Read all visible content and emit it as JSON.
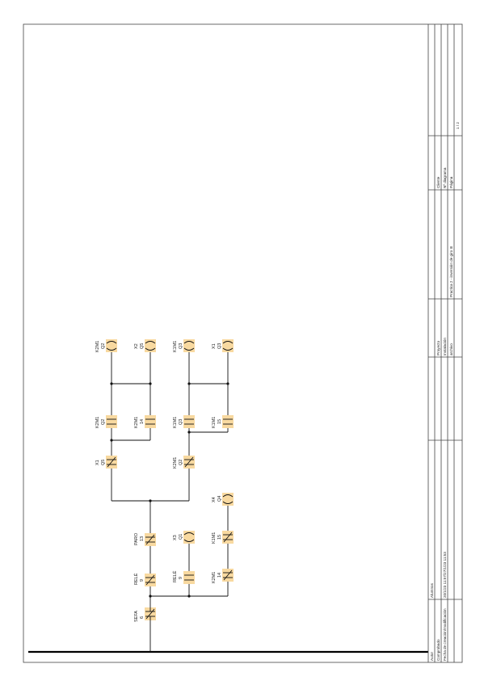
{
  "labels": {
    "sefa": {
      "name": "SEFA",
      "pin": "6"
    },
    "rele1": {
      "name": "RELÉ",
      "pin": "9"
    },
    "paro": {
      "name": "PARO",
      "pin": "13"
    },
    "rele2": {
      "name": "RELÉ",
      "pin": "9"
    },
    "x3": {
      "name": "X3",
      "pin": "Q1"
    },
    "k2m1_b": {
      "name": "K2M1",
      "pin": "14"
    },
    "k1m1_b": {
      "name": "K1M1",
      "pin": "15"
    },
    "x4": {
      "name": "X4",
      "pin": "Q4"
    },
    "x1_nc": {
      "name": "X1",
      "pin": "Q5"
    },
    "k2m1_c1": {
      "name": "K2M1",
      "pin": "Q2"
    },
    "k2m1_c2": {
      "name": "K2M1",
      "pin": "14"
    },
    "k2m1_coil": {
      "name": "K2M1",
      "pin": "Q2"
    },
    "x2_coil": {
      "name": "X2",
      "pin": "Q5"
    },
    "k2m1_nc": {
      "name": "K2M1",
      "pin": "Q2"
    },
    "k1m1_c1": {
      "name": "K1M1",
      "pin": "Q3"
    },
    "k1m1_c2": {
      "name": "K1M1",
      "pin": "15"
    },
    "k1m1_coil": {
      "name": "K1M1",
      "pin": "Q3"
    },
    "x1_coil": {
      "name": "X1",
      "pin": "Q3"
    }
  },
  "title_block": {
    "autor_label": "Autor",
    "autor_value": "Alumnos",
    "comprobado_label": "Comprobado",
    "fecha_label": "Fecha de creación/modificación",
    "fecha_value": "20/1/23 11:57/27/1/23 11:53",
    "proyecto_label": "Proyecto",
    "instalacion_label": "Instalación",
    "archivo_label": "archivo",
    "archivo_value": "Practica 2 - inversión de giro III",
    "cliente_label": "Cliente",
    "diagrama_label": "Nº diagrama",
    "pagina_label": "Página",
    "pagina_value": "1 / 2"
  },
  "colors": {
    "highlight": "#f8d9a0",
    "line": "#111111"
  }
}
